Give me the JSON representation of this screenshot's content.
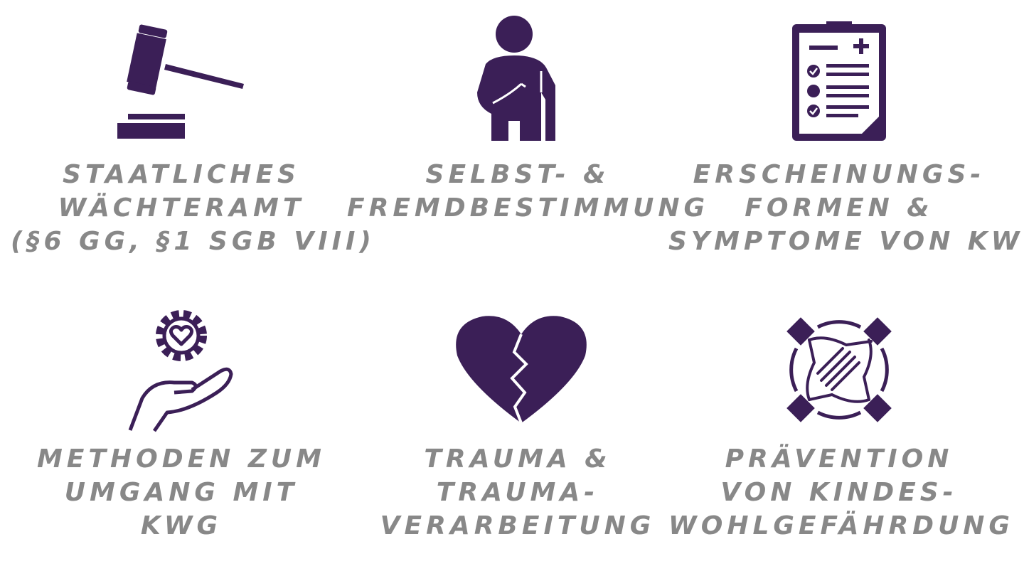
{
  "colors": {
    "icon": "#3b1f57",
    "text": "#888888",
    "background": "#ffffff"
  },
  "tiles": [
    {
      "icon": "gavel-icon",
      "lines": [
        "STAATLICHES",
        "WÄCHTERAMT",
        "(§6 GG, §1 SGB VIII)"
      ]
    },
    {
      "icon": "person-hand-on-chest-icon",
      "lines": [
        "SELBST- &",
        "FREMDBESTIMMUNG"
      ]
    },
    {
      "icon": "clipboard-checklist-icon",
      "lines": [
        "ERSCHEINUNGS-",
        "FORMEN &",
        "SYMPTOME VON KWG"
      ]
    },
    {
      "icon": "hand-gear-heart-icon",
      "lines": [
        "METHODEN ZUM",
        "UMGANG MIT",
        "KWG"
      ]
    },
    {
      "icon": "broken-heart-icon",
      "lines": [
        "TRAUMA &",
        "TRAUMA-",
        "VERARBEITUNG"
      ]
    },
    {
      "icon": "stacked-hands-icon",
      "lines": [
        "PRÄVENTION",
        "VON KINDES-",
        "WOHLGEFÄHRDUNG"
      ]
    }
  ]
}
